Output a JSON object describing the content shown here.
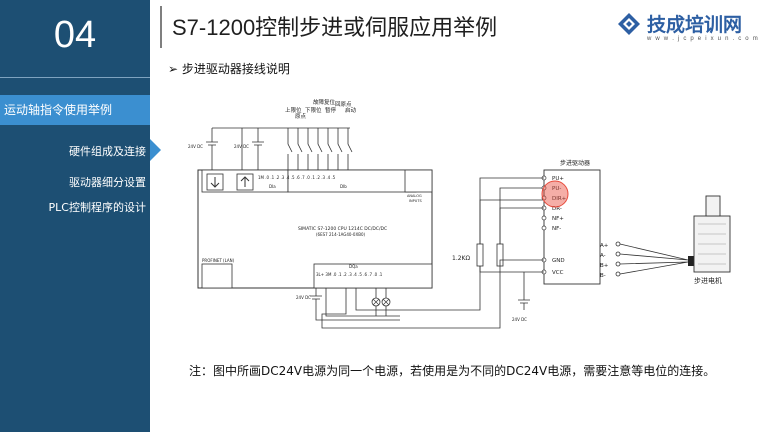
{
  "sidebar": {
    "section_number": "04",
    "main_item": "运动轴指令使用举例",
    "sub_items": [
      "硬件组成及连接",
      "驱动器细分设置",
      "PLC控制程序的设计"
    ]
  },
  "header": {
    "title": "S7-1200控制步进或伺服应用举例",
    "logo_text": "技成培训网",
    "logo_url": "w w w . j c p e i x u n . c o m"
  },
  "content": {
    "subheading": "步进驱动器接线说明",
    "note": "注：图中所画DC24V电源为同一个电源，若使用是为不同的DC24V电源，需要注意等电位的连接。"
  },
  "diagram": {
    "plc_model_line1": "SIMATIC S7-1200 CPU 1214C DC/DC/DC",
    "plc_model_line2": "(6ES7 214-1AG40-0XB0)",
    "profinet_label": "PROFINET (LAN)",
    "analog_label_1": "ANALOG",
    "analog_label_2": "INPUTS",
    "di_label": "DIa",
    "di_label_b": "DIb",
    "dq_label": "DQa",
    "supply_label_1": "24V DC",
    "supply_label_2": "24V DC",
    "supply_label_3": "24V DC",
    "supply_label_4": "24V DC",
    "resistor_label": "1.2KΩ",
    "driver_title": "步进驱动器",
    "motor_label": "步进电机",
    "switch_labels": [
      "上限位",
      "原点",
      "下限位",
      "故障复位",
      "暂停",
      "回原点",
      "启动"
    ],
    "driver_top_pins": [
      "PU+",
      "PU-",
      "DIR+",
      "DR-",
      "NF+",
      "NF-"
    ],
    "driver_bottom_pins": [
      "GND",
      "VCC"
    ],
    "motor_pins": [
      "A+",
      "A-",
      "B+",
      "B-"
    ],
    "highlight_color": "#e84b3c"
  }
}
